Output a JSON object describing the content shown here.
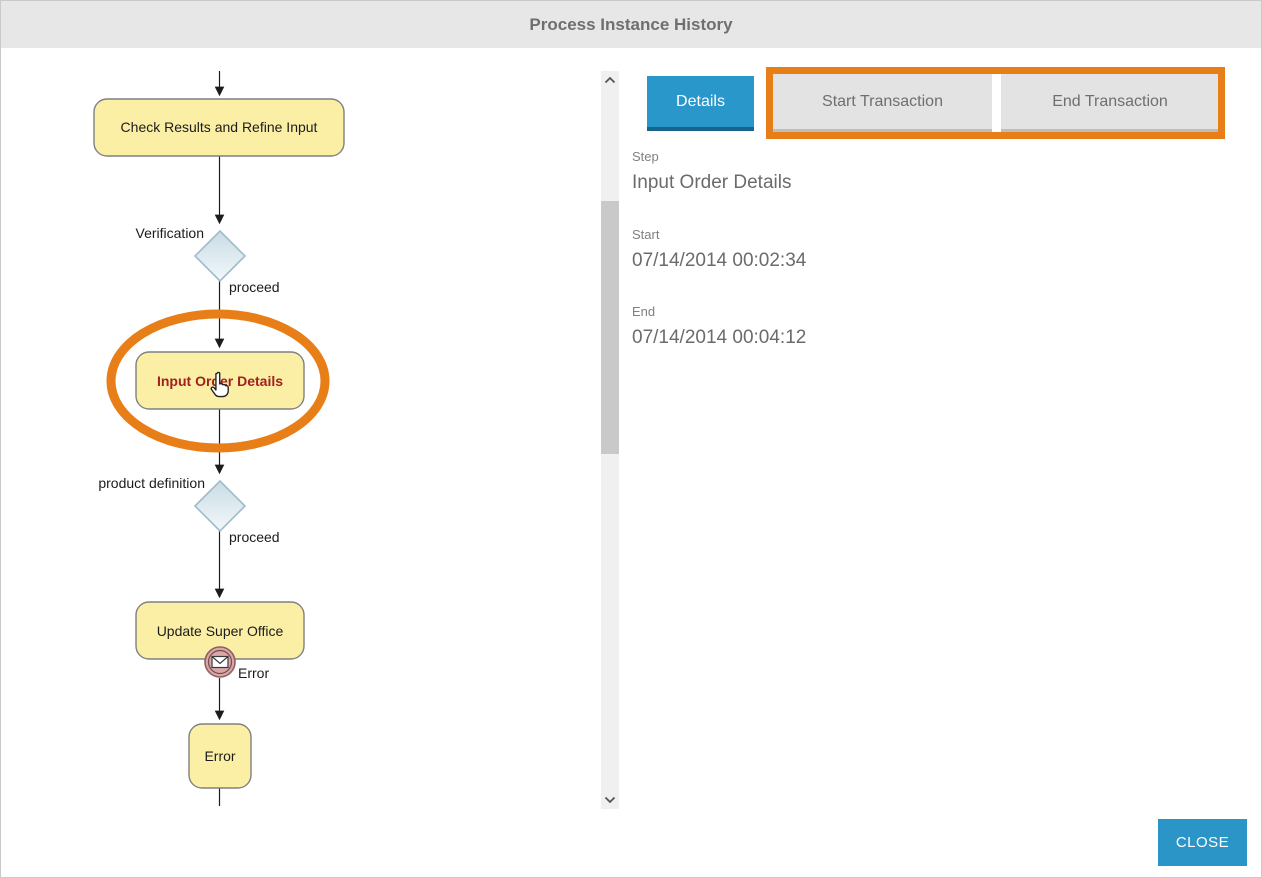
{
  "header": {
    "title": "Process Instance History"
  },
  "diagram": {
    "node_check_results": "Check Results and Refine Input",
    "gateway_verification_label": "Verification",
    "edge_proceed_1": "proceed",
    "node_input_order": "Input Order Details",
    "gateway_product_definition_label": "product definition",
    "edge_proceed_2": "proceed",
    "node_update_super_office": "Update Super Office",
    "boundary_error_label": "Error",
    "node_error": "Error"
  },
  "tabs": {
    "details": "Details",
    "start_transaction": "Start Transaction",
    "end_transaction": "End Transaction"
  },
  "details_panel": {
    "step_label": "Step",
    "step_value": "Input Order Details",
    "start_label": "Start",
    "start_value": "07/14/2014 00:02:34",
    "end_label": "End",
    "end_value": "07/14/2014 00:04:12"
  },
  "footer": {
    "close_label": "CLOSE"
  },
  "colors": {
    "accent_blue": "#2997CA",
    "accent_blue_dark": "#16638C",
    "annotation_orange": "#E87E17",
    "node_yellow": "#FBEFA5",
    "highlight_text_red": "#A21F1F",
    "titlebar_gray": "#E7E7E7"
  },
  "icons": {
    "scroll_up": "chevron-up-icon",
    "scroll_down": "chevron-down-icon",
    "boundary_event": "envelope-icon",
    "pointer": "cursor-icon"
  }
}
